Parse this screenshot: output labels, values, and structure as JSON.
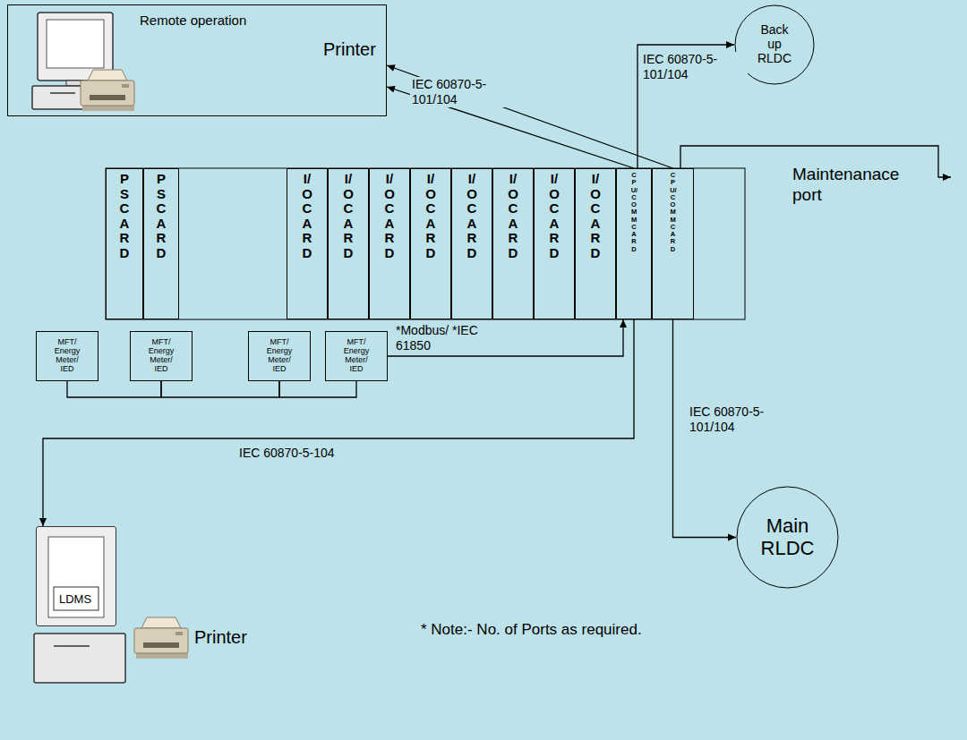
{
  "diagram": {
    "nodes": [
      {
        "text": [
          "Remote operation",
          "Printer"
        ]
      },
      {
        "text": [
          "Back up RLDC"
        ]
      },
      {
        "text": [
          "PS CARD"
        ]
      },
      {
        "text": [
          "PS CARD"
        ]
      },
      {
        "text": [
          "I/O CARD"
        ]
      },
      {
        "text": [
          "I/O CARD"
        ]
      },
      {
        "text": [
          "I/O CARD"
        ]
      },
      {
        "text": [
          "I/O CARD"
        ]
      },
      {
        "text": [
          "I/O CARD"
        ]
      },
      {
        "text": [
          "I/O CARD"
        ]
      },
      {
        "text": [
          "I/O CARD"
        ]
      },
      {
        "text": [
          "I/O CARD"
        ]
      },
      {
        "text": [
          "CPU/COMM CARD"
        ]
      },
      {
        "text": [
          "CPU/COMM CARD"
        ]
      },
      {
        "text": [
          "MFT/ Energy Meter/ IED"
        ]
      },
      {
        "text": [
          "MFT/ Energy Meter/ IED"
        ]
      },
      {
        "text": [
          "MFT/ Energy Meter/ IED"
        ]
      },
      {
        "text": [
          "MFT/ Energy Meter/ IED"
        ]
      },
      {
        "text": [
          "Main RLDC"
        ]
      },
      {
        "text": [
          "LDMS"
        ]
      }
    ],
    "edges": [
      {
        "from": 12,
        "to": 0,
        "arrow": "to",
        "label": "IEC 60870-5-101/104"
      },
      {
        "from": 13,
        "to": 0,
        "arrow": "to"
      },
      {
        "from": 12,
        "to": 1,
        "arrow": "to",
        "label": "IEC 60870-5-101/104"
      },
      {
        "from": 13,
        "to": 18,
        "arrow": "to",
        "label": "IEC 60870-5-101/104"
      },
      {
        "from": 17,
        "to": 12,
        "arrow": "to",
        "label": "*Modbus/ *IEC 61850"
      },
      {
        "from": 12,
        "to": 19,
        "arrow": "to",
        "label": "IEC 60870-5-104"
      },
      {
        "from": 14,
        "to": 15,
        "arrow": "none"
      },
      {
        "from": 15,
        "to": 16,
        "arrow": "none"
      },
      {
        "from": 16,
        "to": 17,
        "arrow": "none"
      }
    ],
    "labels": [
      "Maintenanace port",
      "Printer",
      "* Note:- No. of Ports as required."
    ]
  }
}
